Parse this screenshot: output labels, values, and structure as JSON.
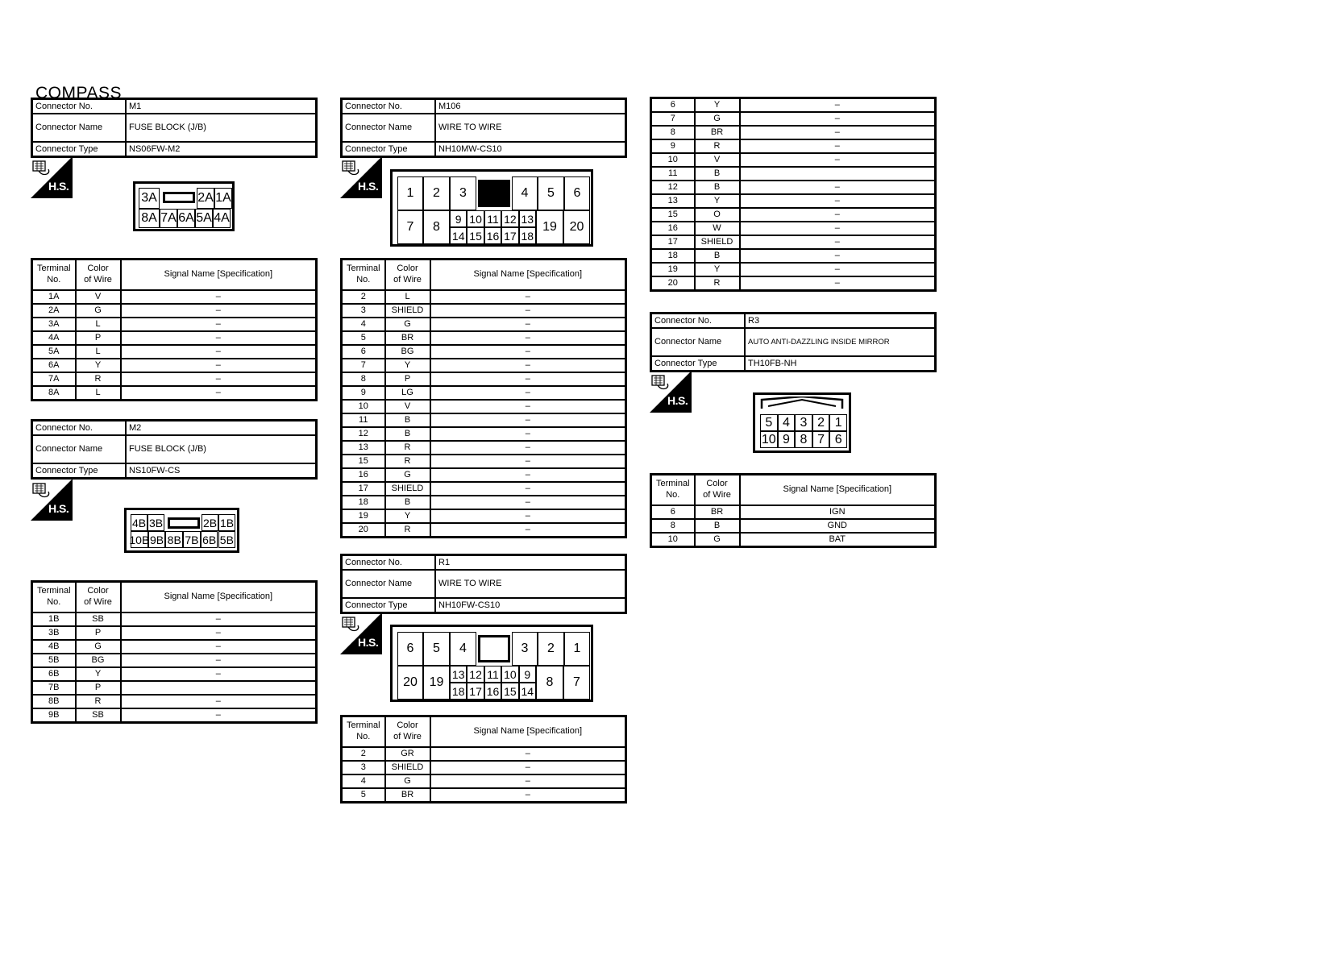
{
  "title": "COMPASS",
  "labels": {
    "connector_no": "Connector No.",
    "connector_name": "Connector Name",
    "connector_type": "Connector Type",
    "terminal_no_line1": "Terminal",
    "terminal_no_line2": "No.",
    "color_line1": "Color",
    "color_line2": "of Wire",
    "signal_name": "Signal Name [Specification]",
    "hs_badge": "H.S."
  },
  "m1": {
    "no": "M1",
    "name": "FUSE BLOCK (J/B)",
    "type": "NS06FW-M2",
    "pins_top": [
      "3A",
      "2A",
      "1A"
    ],
    "pins_bottom": [
      "8A",
      "7A",
      "6A",
      "5A",
      "4A"
    ],
    "rows": [
      {
        "t": "1A",
        "c": "V",
        "s": "–"
      },
      {
        "t": "2A",
        "c": "G",
        "s": "–"
      },
      {
        "t": "3A",
        "c": "L",
        "s": "–"
      },
      {
        "t": "4A",
        "c": "P",
        "s": "–"
      },
      {
        "t": "5A",
        "c": "L",
        "s": "–"
      },
      {
        "t": "6A",
        "c": "Y",
        "s": "–"
      },
      {
        "t": "7A",
        "c": "R",
        "s": "–"
      },
      {
        "t": "8A",
        "c": "L",
        "s": "–"
      }
    ]
  },
  "m2": {
    "no": "M2",
    "name": "FUSE BLOCK (J/B)",
    "type": "NS10FW-CS",
    "pins_top": [
      "4B",
      "3B",
      "2B",
      "1B"
    ],
    "pins_bottom": [
      "10B",
      "9B",
      "8B",
      "7B",
      "6B",
      "5B"
    ],
    "rows": [
      {
        "t": "1B",
        "c": "SB",
        "s": "–"
      },
      {
        "t": "3B",
        "c": "P",
        "s": "–"
      },
      {
        "t": "4B",
        "c": "G",
        "s": "–"
      },
      {
        "t": "5B",
        "c": "BG",
        "s": "–"
      },
      {
        "t": "6B",
        "c": "Y",
        "s": "–"
      },
      {
        "t": "7B",
        "c": "P",
        "s": ""
      },
      {
        "t": "8B",
        "c": "R",
        "s": "–"
      },
      {
        "t": "9B",
        "c": "SB",
        "s": "–"
      }
    ]
  },
  "m106": {
    "no": "M106",
    "name": "WIRE TO WIRE",
    "type": "NH10MW-CS10",
    "pins_top": [
      "1",
      "2",
      "3",
      "4",
      "5",
      "6"
    ],
    "pins_left_tall": [
      "7",
      "8"
    ],
    "pins_mid_top": [
      "9",
      "10",
      "11",
      "12",
      "13"
    ],
    "pins_mid_bottom": [
      "14",
      "15",
      "16",
      "17",
      "18"
    ],
    "pins_right_tall": [
      "19",
      "20"
    ],
    "rows": [
      {
        "t": "2",
        "c": "L",
        "s": "–"
      },
      {
        "t": "3",
        "c": "SHIELD",
        "s": "–"
      },
      {
        "t": "4",
        "c": "G",
        "s": "–"
      },
      {
        "t": "5",
        "c": "BR",
        "s": "–"
      },
      {
        "t": "6",
        "c": "BG",
        "s": "–"
      },
      {
        "t": "7",
        "c": "Y",
        "s": "–"
      },
      {
        "t": "8",
        "c": "P",
        "s": "–"
      },
      {
        "t": "9",
        "c": "LG",
        "s": "–"
      },
      {
        "t": "10",
        "c": "V",
        "s": "–"
      },
      {
        "t": "11",
        "c": "B",
        "s": "–"
      },
      {
        "t": "12",
        "c": "B",
        "s": "–"
      },
      {
        "t": "13",
        "c": "R",
        "s": "–"
      },
      {
        "t": "15",
        "c": "R",
        "s": "–"
      },
      {
        "t": "16",
        "c": "G",
        "s": "–"
      },
      {
        "t": "17",
        "c": "SHIELD",
        "s": "–"
      },
      {
        "t": "18",
        "c": "B",
        "s": "–"
      },
      {
        "t": "19",
        "c": "Y",
        "s": "–"
      },
      {
        "t": "20",
        "c": "R",
        "s": "–"
      }
    ]
  },
  "r1": {
    "no": "R1",
    "name": "WIRE TO WIRE",
    "type": "NH10FW-CS10",
    "pins_top": [
      "6",
      "5",
      "4",
      "3",
      "2",
      "1"
    ],
    "pins_left_tall": [
      "20",
      "19"
    ],
    "pins_mid_top": [
      "13",
      "12",
      "11",
      "10",
      "9"
    ],
    "pins_mid_bottom": [
      "18",
      "17",
      "16",
      "15",
      "14"
    ],
    "pins_right_tall": [
      "8",
      "7"
    ],
    "rows": [
      {
        "t": "2",
        "c": "GR",
        "s": "–"
      },
      {
        "t": "3",
        "c": "SHIELD",
        "s": "–"
      },
      {
        "t": "4",
        "c": "G",
        "s": "–"
      },
      {
        "t": "5",
        "c": "BR",
        "s": "–"
      }
    ]
  },
  "r1_cont": {
    "rows": [
      {
        "t": "6",
        "c": "Y",
        "s": "–"
      },
      {
        "t": "7",
        "c": "G",
        "s": "–"
      },
      {
        "t": "8",
        "c": "BR",
        "s": "–"
      },
      {
        "t": "9",
        "c": "R",
        "s": "–"
      },
      {
        "t": "10",
        "c": "V",
        "s": "–"
      },
      {
        "t": "11",
        "c": "B",
        "s": ""
      },
      {
        "t": "12",
        "c": "B",
        "s": "–"
      },
      {
        "t": "13",
        "c": "Y",
        "s": "–"
      },
      {
        "t": "15",
        "c": "O",
        "s": "–"
      },
      {
        "t": "16",
        "c": "W",
        "s": "–"
      },
      {
        "t": "17",
        "c": "SHIELD",
        "s": "–"
      },
      {
        "t": "18",
        "c": "B",
        "s": "–"
      },
      {
        "t": "19",
        "c": "Y",
        "s": "–"
      },
      {
        "t": "20",
        "c": "R",
        "s": "–"
      }
    ]
  },
  "r3": {
    "no": "R3",
    "name": "AUTO ANTI-DAZZLING INSIDE MIRROR",
    "type": "TH10FB-NH",
    "pins_top": [
      "5",
      "4",
      "3",
      "2",
      "1"
    ],
    "pins_bottom": [
      "10",
      "9",
      "8",
      "7",
      "6"
    ],
    "rows": [
      {
        "t": "6",
        "c": "BR",
        "s": "IGN"
      },
      {
        "t": "8",
        "c": "B",
        "s": "GND"
      },
      {
        "t": "10",
        "c": "G",
        "s": "BAT"
      }
    ]
  }
}
